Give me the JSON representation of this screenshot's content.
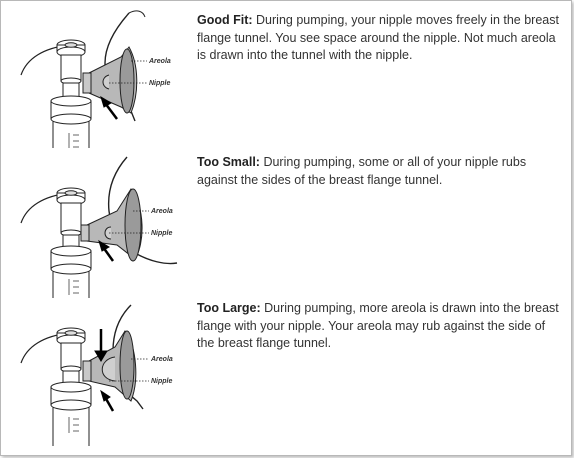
{
  "panels": [
    {
      "title": "Good Fit:",
      "text": "During pumping, your nipple moves freely in the breast flange tunnel. You see space around the nipple. Not much areola is drawn into the tunnel with the nipple.",
      "labels": {
        "areola": "Areola",
        "nipple": "Nipple"
      }
    },
    {
      "title": "Too Small:",
      "text": "During pumping, some or all of your nipple rubs against the sides of the breast flange tunnel.",
      "labels": {
        "areola": "Areola",
        "nipple": "Nipple"
      }
    },
    {
      "title": "Too Large:",
      "text": "During pumping, more areola is drawn into the breast flange with your nipple. Your areola may rub against the side of the breast flange tunnel.",
      "labels": {
        "areola": "Areola",
        "nipple": "Nipple"
      }
    }
  ]
}
